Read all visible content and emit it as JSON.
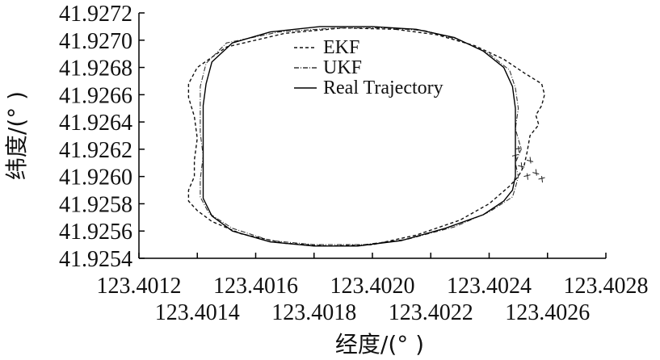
{
  "chart_data": {
    "type": "line",
    "title": "",
    "xlabel": "经度/(°  )",
    "ylabel": "纬度/(°  )",
    "xlim": [
      123.4012,
      123.4028
    ],
    "ylim": [
      41.9254,
      41.9272
    ],
    "x_ticks_row1": [
      "123.4012",
      "123.4016",
      "123.4020",
      "123.4024",
      "123.4028"
    ],
    "x_ticks_row2": [
      "123.4014",
      "123.4018",
      "123.4022",
      "123.4026"
    ],
    "y_ticks": [
      "41.9272",
      "41.9270",
      "41.9268",
      "41.9266",
      "41.9264",
      "41.9262",
      "41.9260",
      "41.9258",
      "41.9256",
      "41.9254"
    ],
    "grid": false,
    "legend_position": "top-center",
    "series": [
      {
        "name": "EKF",
        "style": "dashed",
        "color": "#111111",
        "x": [
          123.40208,
          123.40222,
          123.40235,
          123.40245,
          123.40252,
          123.40258,
          123.40259,
          123.40258,
          123.40256,
          123.40257,
          123.40254,
          123.40253,
          123.40252,
          123.4025,
          123.40247,
          123.4024,
          123.4023,
          123.40215,
          123.402,
          123.40185,
          123.4017,
          123.40155,
          123.40145,
          123.4014,
          123.40137,
          123.40137,
          123.40139,
          123.40139,
          123.4014,
          123.40139,
          123.40137,
          123.40137,
          123.4014,
          123.4015,
          123.4017,
          123.4019,
          123.40208
        ],
        "y": [
          41.92708,
          41.92704,
          41.92696,
          41.92686,
          41.92676,
          41.92668,
          41.9266,
          41.92652,
          41.92645,
          41.92638,
          41.9263,
          41.92618,
          41.92608,
          41.926,
          41.92593,
          41.9258,
          41.92568,
          41.92557,
          41.9255,
          41.92549,
          41.92551,
          41.92558,
          41.92567,
          41.92575,
          41.92582,
          41.9259,
          41.926,
          41.92612,
          41.92628,
          41.92644,
          41.92658,
          41.92668,
          41.9268,
          41.92695,
          41.92705,
          41.92709,
          41.92708
        ]
      },
      {
        "name": "UKF",
        "style": "dash-dot",
        "color": "#333333",
        "x": [
          123.40205,
          123.40218,
          123.4023,
          123.4024,
          123.40247,
          123.40249,
          123.4025,
          123.40249,
          123.40251,
          123.40249,
          123.4025,
          123.40249,
          123.40248,
          123.4024,
          123.40228,
          123.40212,
          123.40197,
          123.4018,
          123.40165,
          123.40152,
          123.40144,
          123.40141,
          123.40141,
          123.40142,
          123.40141,
          123.40141,
          123.40141,
          123.40143,
          123.4015,
          123.40168,
          123.40188,
          123.40205
        ],
        "y": [
          41.92709,
          41.92707,
          41.927,
          41.9269,
          41.92678,
          41.92665,
          41.9265,
          41.92635,
          41.9262,
          41.9261,
          41.926,
          41.92592,
          41.92585,
          41.92574,
          41.92563,
          41.92554,
          41.9255,
          41.9255,
          41.92553,
          41.92562,
          41.92573,
          41.92585,
          41.92598,
          41.92615,
          41.92632,
          41.9265,
          41.92666,
          41.92683,
          41.92698,
          41.92706,
          41.92709,
          41.92709
        ]
      },
      {
        "name": "Real Trajectory",
        "style": "solid",
        "color": "#000000",
        "x": [
          123.402,
          123.40215,
          123.40228,
          123.40238,
          123.40245,
          123.40248,
          123.40249,
          123.40249,
          123.40249,
          123.40249,
          123.40248,
          123.40245,
          123.40238,
          123.40225,
          123.4021,
          123.40195,
          123.4018,
          123.40165,
          123.40152,
          123.40145,
          123.40142,
          123.40142,
          123.40142,
          123.40142,
          123.40142,
          123.40143,
          123.40145,
          123.40152,
          123.40165,
          123.40182,
          123.402
        ],
        "y": [
          41.9271,
          41.92708,
          41.92702,
          41.92692,
          41.9268,
          41.92666,
          41.9265,
          41.92632,
          41.92614,
          41.926,
          41.9259,
          41.92582,
          41.92572,
          41.92562,
          41.92553,
          41.92549,
          41.92549,
          41.92552,
          41.9256,
          41.92571,
          41.92584,
          41.92598,
          41.92615,
          41.92634,
          41.92652,
          41.92668,
          41.92684,
          41.92698,
          41.92706,
          41.9271,
          41.9271
        ]
      }
    ]
  }
}
